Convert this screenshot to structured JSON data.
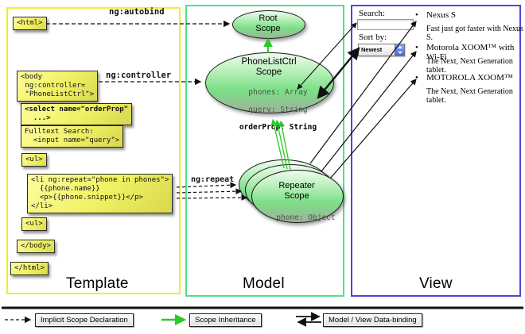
{
  "labels": {
    "autobind": "ng:autobind",
    "controller": "ng:controller",
    "repeat": "ng:repeat"
  },
  "template": {
    "title": "Template",
    "boxes": {
      "html_open": "<html>",
      "body_open": "<body\n ng:controller=\n \"PhoneListCtrl\">",
      "select": "<select name=\"orderProp\"\n  ...>",
      "fulltext": "Fulltext Search:\n  <input name=\"query\">",
      "ul_open": "<ul>",
      "li_repeat": "<li ng:repeat=\"phone in phones\">\n  {{phone.name}}\n  <p>{{phone.snippet}}</p>\n</li>",
      "ul_close": "<ul>",
      "body_close": "</body>",
      "html_close": "</html>"
    }
  },
  "model": {
    "title": "Model",
    "root_scope": {
      "name": "Root\nScope"
    },
    "ctrl_scope": {
      "name": "PhoneListCtrl\nScope",
      "prop_phones": "phones: Array",
      "prop_query": "query: String",
      "prop_orderprop": "orderProp: String"
    },
    "repeater_scope": {
      "name": "Repeater\nScope",
      "prop_phone": "phone: Object"
    }
  },
  "view": {
    "title": "View",
    "search_label": "Search:",
    "sort_label": "Sort by:",
    "sort_value": "Newest",
    "bullet": "•",
    "phones": [
      {
        "name": "Nexus S",
        "snippet": "Fast just got faster with Nexus S."
      },
      {
        "name": "Motorola XOOM™ with Wi-Fi",
        "snippet": "The Next, Next Generation tablet."
      },
      {
        "name": "MOTOROLA XOOM™",
        "snippet": "The Next, Next Generation tablet."
      }
    ]
  },
  "legend": {
    "implicit": "Implicit Scope Declaration",
    "inheritance": "Scope Inheritance",
    "binding": "Model / View Data-binding"
  },
  "colors": {
    "template_border": "#f0ee2a",
    "model_border": "#4fe08c",
    "view_border": "#5b41d8",
    "scope_green": "#7bdf87",
    "inheritance_green": "#2bc92b",
    "code_box_yellow": "#f2f266"
  }
}
